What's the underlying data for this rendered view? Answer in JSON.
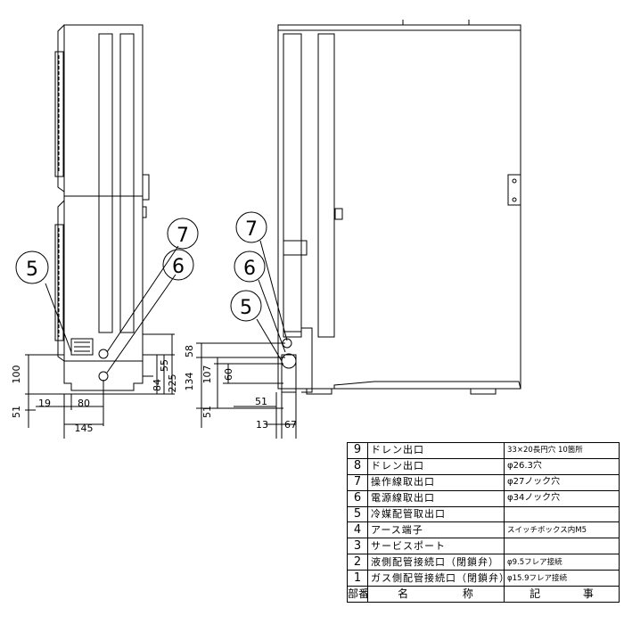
{
  "callouts": {
    "side": [
      "5",
      "7",
      "6"
    ],
    "bottom": [
      "7",
      "6",
      "5"
    ]
  },
  "dimensions": {
    "side": {
      "d100": "100",
      "d55": "55",
      "d84": "84",
      "d225": "225",
      "d51": "51",
      "d19": "19",
      "d80": "80",
      "d145": "145"
    },
    "bottom": {
      "d58": "58",
      "d134": "134",
      "d107": "107",
      "d60": "60",
      "d51a": "51",
      "d51b": "51",
      "d13": "13",
      "d67": "67"
    }
  },
  "parts_table": {
    "rows": [
      {
        "no": "9",
        "name": "ドレン出口",
        "note": "33×20長円穴 10箇所"
      },
      {
        "no": "8",
        "name": "ドレン出口",
        "note": "φ26.3穴"
      },
      {
        "no": "7",
        "name": "操作線取出口",
        "note": "φ27ノック穴"
      },
      {
        "no": "6",
        "name": "電源線取出口",
        "note": "φ34ノック穴"
      },
      {
        "no": "5",
        "name": "冷媒配管取出口",
        "note": ""
      },
      {
        "no": "4",
        "name": "アース端子",
        "note": "スイッチボックス内M5"
      },
      {
        "no": "3",
        "name": "サービスポート",
        "note": ""
      },
      {
        "no": "2",
        "name": "液側配管接続口（閉鎖弁）",
        "note": "φ9.5フレア接続"
      },
      {
        "no": "1",
        "name": "ガス側配管接続口（閉鎖弁）",
        "note": "φ15.9フレア接続"
      }
    ],
    "header": {
      "no": "部番",
      "name_1": "名",
      "name_2": "称",
      "note_1": "記",
      "note_2": "事"
    }
  }
}
